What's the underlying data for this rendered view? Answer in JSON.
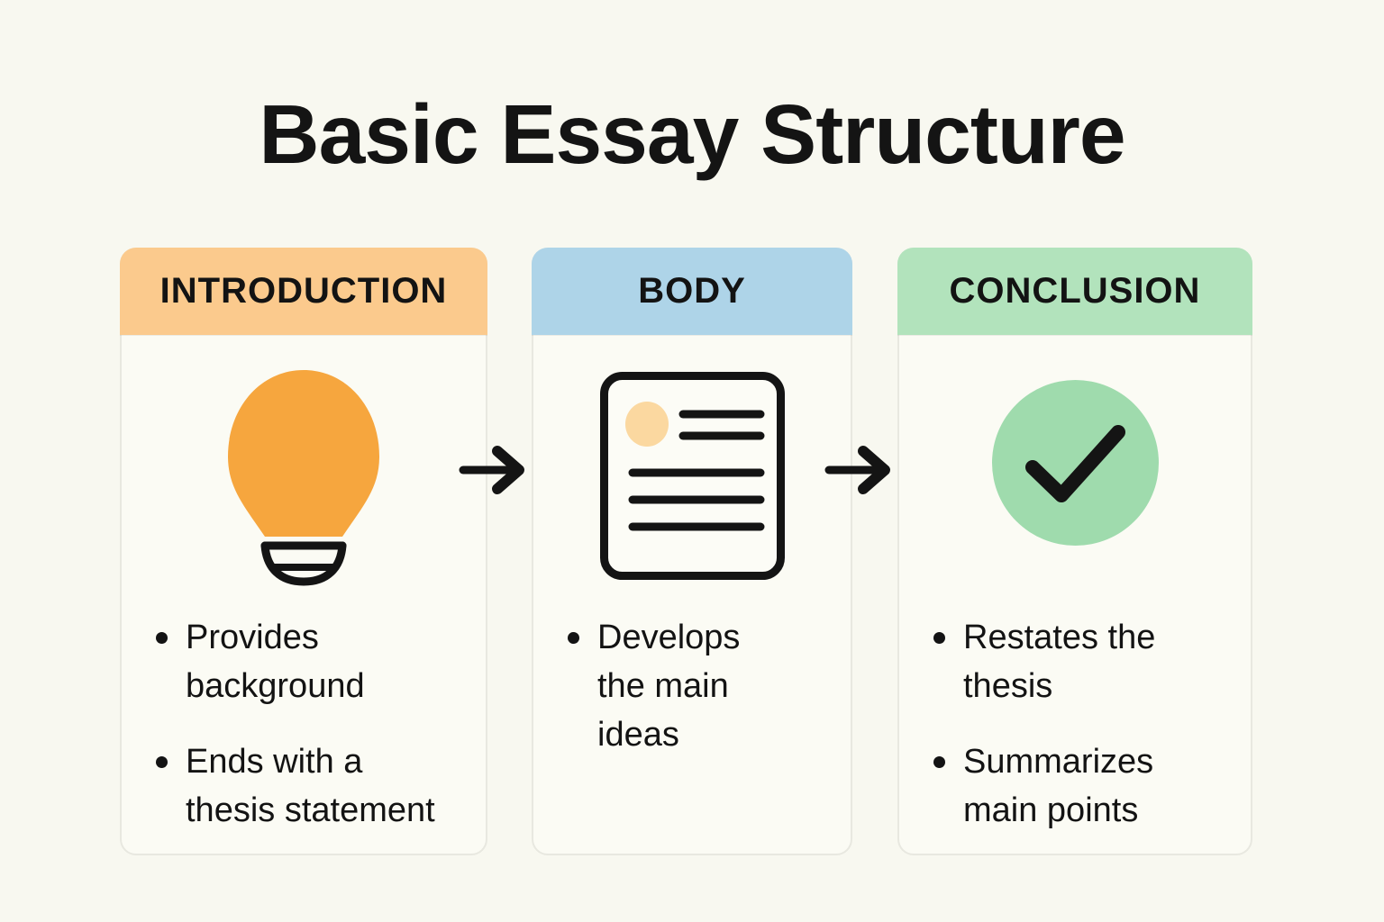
{
  "title": "Basic Essay Structure",
  "colors": {
    "background": "#F8F8F0",
    "card_background": "#FBFBF4",
    "card_border": "#E8E8E0",
    "intro_header": "#FBCA8D",
    "body_header": "#AED4E8",
    "conclusion_header": "#B2E3BC",
    "bulb_fill": "#F6A63E",
    "check_circle_fill": "#9FDBAD",
    "doc_blob_fill": "#FBD8A0",
    "text": "#131313"
  },
  "cards": [
    {
      "label": "INTRODUCTION",
      "icon": "lightbulb-icon",
      "bullets": [
        "Provides background",
        "Ends with a thesis statement"
      ]
    },
    {
      "label": "BODY",
      "icon": "document-icon",
      "bullets": [
        "Develops the main ideas"
      ]
    },
    {
      "label": "CONCLUSION",
      "icon": "checkmark-icon",
      "bullets": [
        "Restates the thesis",
        "Summarizes main points"
      ]
    }
  ],
  "arrow_icon": "right-arrow-icon"
}
